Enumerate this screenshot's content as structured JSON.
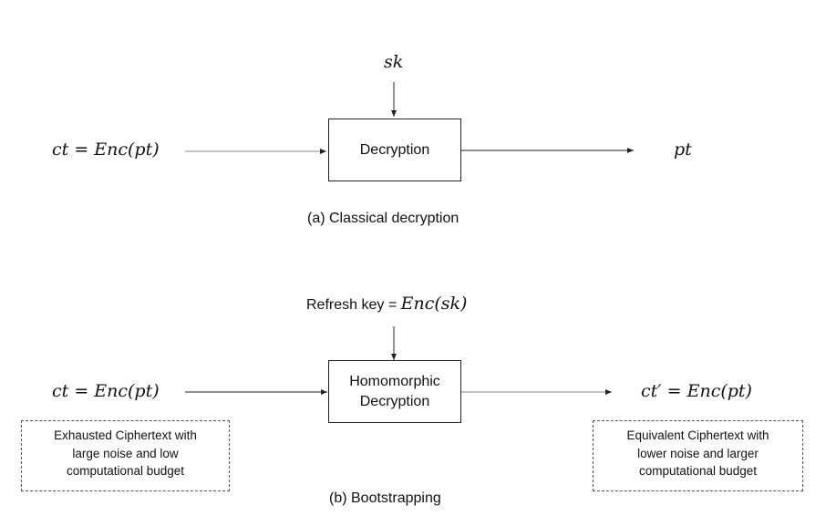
{
  "panel_a": {
    "key_label": "sk",
    "input_label": "ct = Enc(pt)",
    "process_label": "Decryption",
    "output_label": "pt",
    "caption": "(a) Classical decryption"
  },
  "panel_b": {
    "key_text": "Refresh key = ",
    "key_math": "Enc(sk)",
    "input_label": "ct = Enc(pt)",
    "process_line1": "Homomorphic",
    "process_line2": "Decryption",
    "output_label": "ct′ = Enc(pt)",
    "input_note": [
      "Exhausted Ciphertext with",
      "large noise and low",
      "computational budget"
    ],
    "output_note": [
      "Equivalent Ciphertext with",
      "lower noise and larger",
      "computational budget"
    ],
    "caption": "(b) Bootstrapping"
  }
}
